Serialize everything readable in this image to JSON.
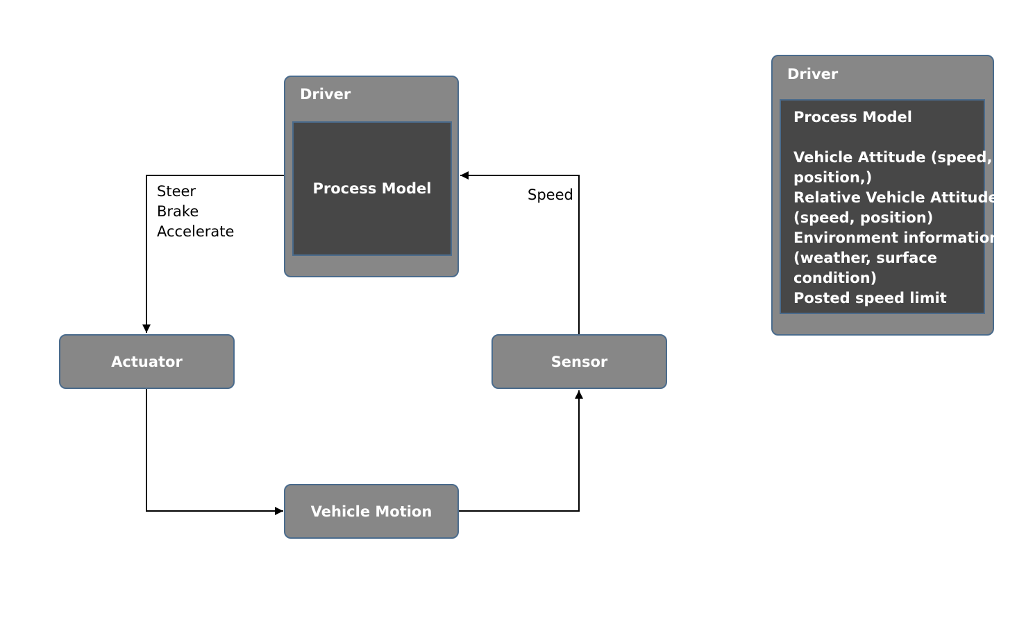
{
  "diagram": {
    "driver_title": "Driver",
    "process_model_label": "Process Model",
    "actuator_label": "Actuator",
    "sensor_label": "Sensor",
    "vehicle_motion_label": "Vehicle Motion",
    "control_actions": [
      "Steer",
      "Brake",
      "Accelerate"
    ],
    "feedback_label": "Speed"
  },
  "legend": {
    "title": "Driver",
    "process_model_heading": "Process Model",
    "lines": [
      "Vehicle Attitude (speed,",
      "position,)",
      "Relative Vehicle Attitude",
      "(speed, position)",
      "Environment information",
      "(weather, surface",
      "condition)",
      "Posted speed limit"
    ]
  },
  "colors": {
    "box_fill": "#878787",
    "inner_fill": "#474747",
    "border": "#4a6b8c",
    "connector": "#000000"
  }
}
